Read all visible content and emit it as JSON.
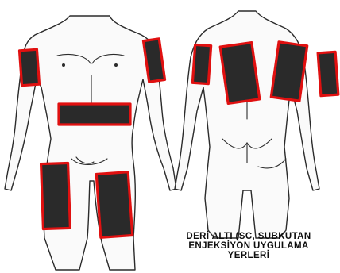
{
  "caption": {
    "line1": "DERİ ALTI (SC, SUBKUTAN",
    "line2": "ENJEKSİYON UYGULAMA",
    "line3": "YERLERİ"
  },
  "colors": {
    "site_fill": "#2a2a2a",
    "site_border": "#e01010",
    "outline": "#2b2b2b",
    "background": "#ffffff"
  },
  "sites": {
    "front": [
      "right-upper-arm",
      "left-upper-arm",
      "abdomen",
      "right-thigh",
      "left-thigh"
    ],
    "back": [
      "right-upper-arm",
      "right-upper-back",
      "left-upper-back",
      "left-upper-arm"
    ]
  }
}
